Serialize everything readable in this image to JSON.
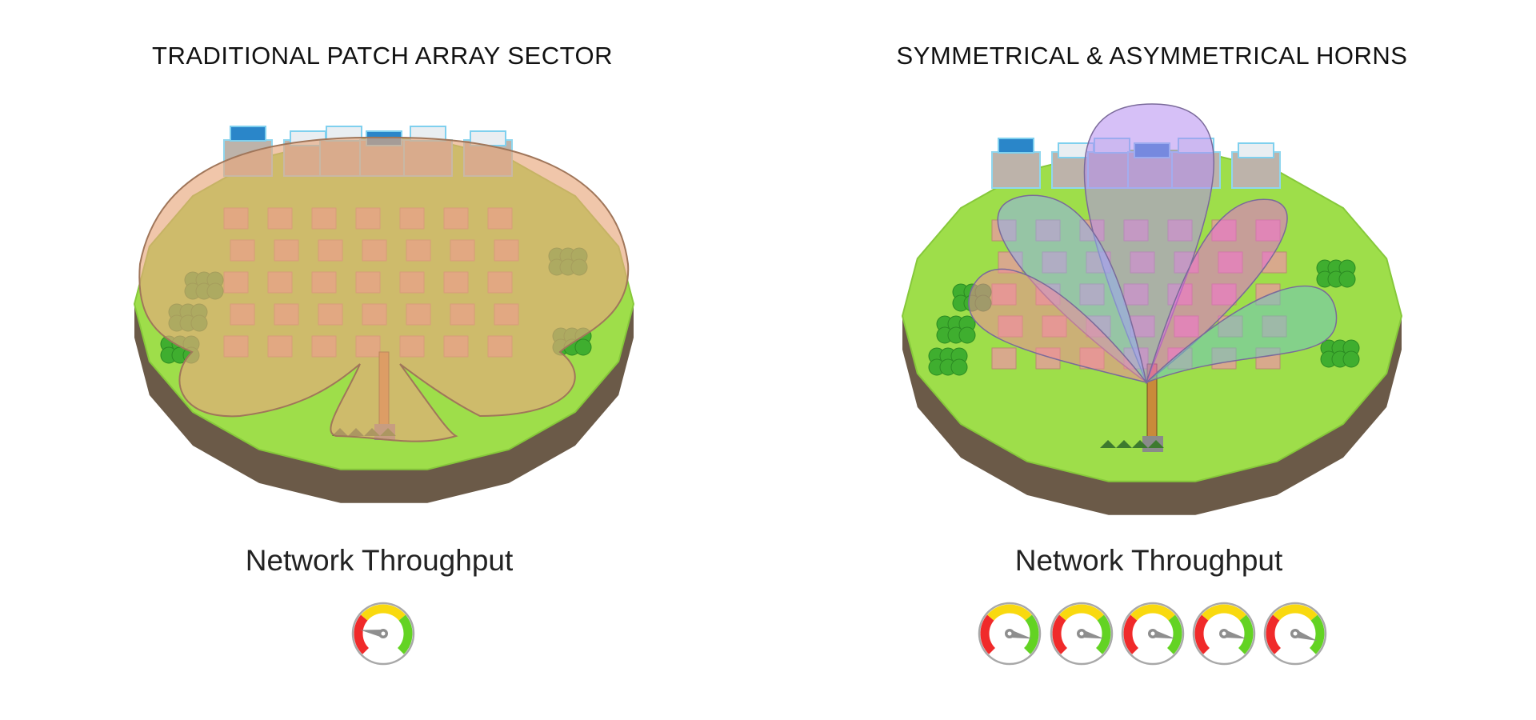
{
  "left_panel": {
    "title": "TRADITIONAL PATCH ARRAY SECTOR",
    "throughput_label": "Network Throughput",
    "gauges": [
      0.2
    ]
  },
  "right_panel": {
    "title": "SYMMETRICAL & ASYMMETRICAL HORNS",
    "throughput_label": "Network Throughput",
    "gauges": [
      0.88,
      0.88,
      0.88,
      0.88,
      0.9
    ]
  },
  "colors": {
    "grass": "#9ede4a",
    "soil": "#6b5a48",
    "coverage_sector": "#e8a87c",
    "gauge_red": "#f02a2a",
    "gauge_yellow": "#f9d90f",
    "gauge_green": "#63d323",
    "horns": [
      "#b58cf0",
      "#8fb0f0",
      "#f08a9a",
      "#e76ad8",
      "#6fc7c0"
    ]
  }
}
